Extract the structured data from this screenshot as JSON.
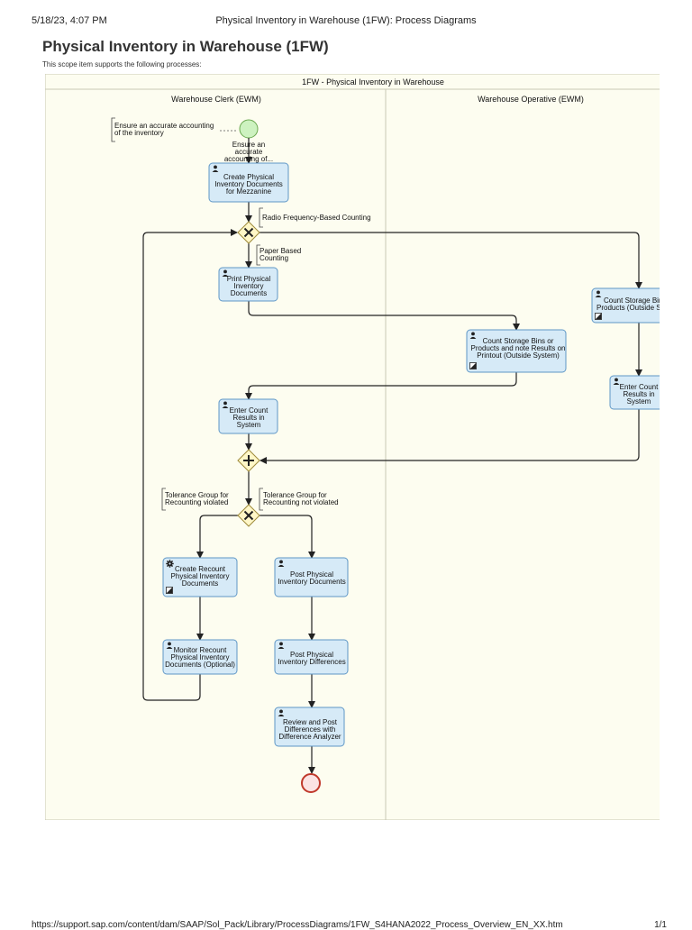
{
  "browser": {
    "datetime": "5/18/23, 4:07 PM",
    "doc_title": "Physical Inventory in Warehouse (1FW): Process Diagrams",
    "url": "https://support.sap.com/content/dam/SAAP/Sol_Pack/Library/ProcessDiagrams/1FW_S4HANA2022_Process_Overview_EN_XX.htm",
    "page_count": "1/1"
  },
  "page": {
    "title": "Physical Inventory in Warehouse (1FW)",
    "subtitle": "This scope item supports the following processes:"
  },
  "diagram": {
    "pool": "1FW - Physical Inventory in Warehouse",
    "lanes": [
      "Warehouse Clerk (EWM)",
      "Warehouse Operative (EWM)"
    ],
    "annotation_start": [
      "Ensure an accurate accounting",
      "of the inventory"
    ],
    "start_event_label": [
      "Ensure an",
      "accurate",
      "accounting of..."
    ],
    "tasks": {
      "create_pi_docs": [
        "Create Physical",
        "Inventory Documents",
        "for Mezzanine"
      ],
      "print_pi_docs": [
        "Print Physical",
        "Inventory",
        "Documents"
      ],
      "count_printout": [
        "Count Storage Bins or",
        "Products and note Results on",
        "Printout (Outside System)"
      ],
      "count_rf": [
        "Count Storage Bins or",
        "Products (Outside System)"
      ],
      "enter_count_rf": [
        "Enter Count",
        "Results in",
        "System"
      ],
      "enter_count": [
        "Enter Count",
        "Results in",
        "System"
      ],
      "create_recount": [
        "Create Recount",
        "Physical Inventory",
        "Documents"
      ],
      "post_pi_docs": [
        "Post Physical",
        "Inventory Documents"
      ],
      "monitor_recount": [
        "Monitor Recount",
        "Physical Inventory",
        "Documents (Optional)"
      ],
      "post_pi_diff": [
        "Post Physical",
        "Inventory Differences"
      ],
      "review_post": [
        "Review and Post",
        "Differences with",
        "Difference Analyzer"
      ]
    },
    "conditions": {
      "rf_counting": "Radio Frequency-Based Counting",
      "paper_counting": [
        "Paper Based",
        "Counting"
      ],
      "tol_violated": [
        "Tolerance Group for",
        "Recounting violated"
      ],
      "tol_not_violated": [
        "Tolerance Group for",
        "Recounting not violated"
      ]
    },
    "colors": {
      "task_fill": "#d6eaf7",
      "task_stroke": "#5f97c6",
      "pool_fill": "#fdfdf0",
      "gateway_fill": "#fff7c7",
      "start_fill": "#cdf2c0",
      "end_stroke": "#c0392b"
    }
  }
}
